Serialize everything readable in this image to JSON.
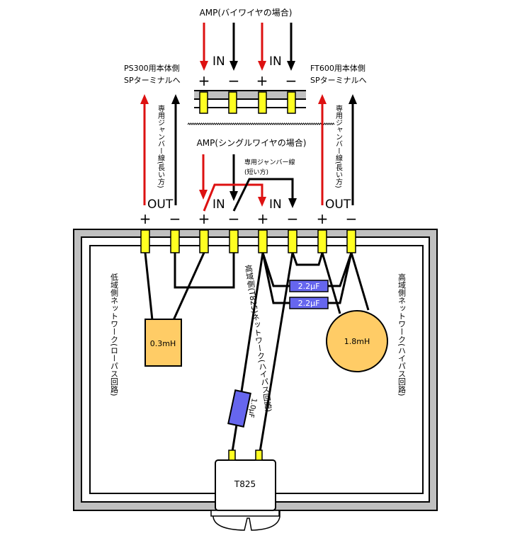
{
  "top_section": {
    "biwire_title": "AMP(バイワイヤの場合)",
    "in_labels": [
      "IN",
      "IN"
    ],
    "polarity": [
      "+",
      "−",
      "+",
      "−"
    ],
    "left_dest": [
      "PS300用本体側",
      "SPターミナルへ"
    ],
    "right_dest": [
      "FT600用本体側",
      "SPターミナルへ"
    ]
  },
  "jumper_long_label": "専用ジャンバー線(長い方)",
  "single_wire": {
    "title": "AMP(シングルワイヤの場合)",
    "jumper_short_label": [
      "専用ジャンバー線",
      "(短い方)"
    ],
    "in_labels": [
      "IN",
      "IN"
    ],
    "out_labels": [
      "OUT",
      "OUT"
    ],
    "polarity": [
      "+",
      "−",
      "+",
      "−",
      "+",
      "−",
      "+",
      "−"
    ]
  },
  "network": {
    "low_label": "低域側ネットワーク(ローパス回路)",
    "high_label": "高域側ネットワーク(ハイパス回路)",
    "tweeter_label": "高域側(T825)ネットワーク(ハイパス回路)",
    "inductor_low": "0.3mH",
    "inductor_high": "1.8mH",
    "cap_1": "2.2μF",
    "cap_2": "2.2μF",
    "cap_tweeter": "1.0μF",
    "tweeter": "T825"
  },
  "colors": {
    "positive_wire": "#dd1111",
    "negative_wire": "#000000",
    "terminal": "#ffff22",
    "capacitor": "#6666ee",
    "inductor": "#ffcc66",
    "panel": "#c0c0c0"
  }
}
